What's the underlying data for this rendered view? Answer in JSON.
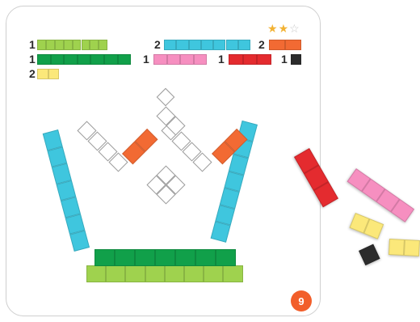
{
  "rating": {
    "stars": [
      "full",
      "full",
      "empty"
    ],
    "filled": 2,
    "total": 3
  },
  "level": {
    "number": "9"
  },
  "inventory": [
    {
      "count": "1",
      "color": "#9fd24e",
      "length": 8
    },
    {
      "count": "2",
      "color": "#3fc6de",
      "length": 7
    },
    {
      "count": "2",
      "color": "#f26a33",
      "length": 2
    },
    {
      "count": "1",
      "color": "#11a04a",
      "length": 7
    },
    {
      "count": "1",
      "color": "#f68fc0",
      "length": 4
    },
    {
      "count": "1",
      "color": "#e42b2f",
      "length": 3
    },
    {
      "count": "1",
      "color": "#2c2c2c",
      "length": 1
    },
    {
      "count": "2",
      "color": "#fbe87a",
      "length": 2
    }
  ],
  "board_pieces": [
    {
      "name": "crown-base-lime",
      "color": "#9fd24e",
      "length": 8
    },
    {
      "name": "crown-base-green",
      "color": "#11a04a",
      "length": 7
    },
    {
      "name": "crown-left-side-cyan",
      "color": "#3fc6de",
      "length": 7
    },
    {
      "name": "crown-right-side-cyan",
      "color": "#3fc6de",
      "length": 7
    },
    {
      "name": "crown-left-orange",
      "color": "#f26a33",
      "length": 2
    },
    {
      "name": "crown-right-orange",
      "color": "#f26a33",
      "length": 2
    }
  ],
  "tray_pieces": [
    {
      "name": "red-bar",
      "color": "#e42b2f",
      "length": 3
    },
    {
      "name": "pink-bar",
      "color": "#f68fc0",
      "length": 4
    },
    {
      "name": "yellow-pair-a",
      "color": "#fbe87a",
      "length": 2
    },
    {
      "name": "yellow-pair-b",
      "color": "#fbe87a",
      "length": 2
    },
    {
      "name": "black-cube",
      "color": "#2c2c2c",
      "length": 1
    }
  ],
  "colors": {
    "frame": "#cfcfcf",
    "outline": "#9a9a9a",
    "badge": "#f25e2a",
    "star": "#f2b233"
  }
}
